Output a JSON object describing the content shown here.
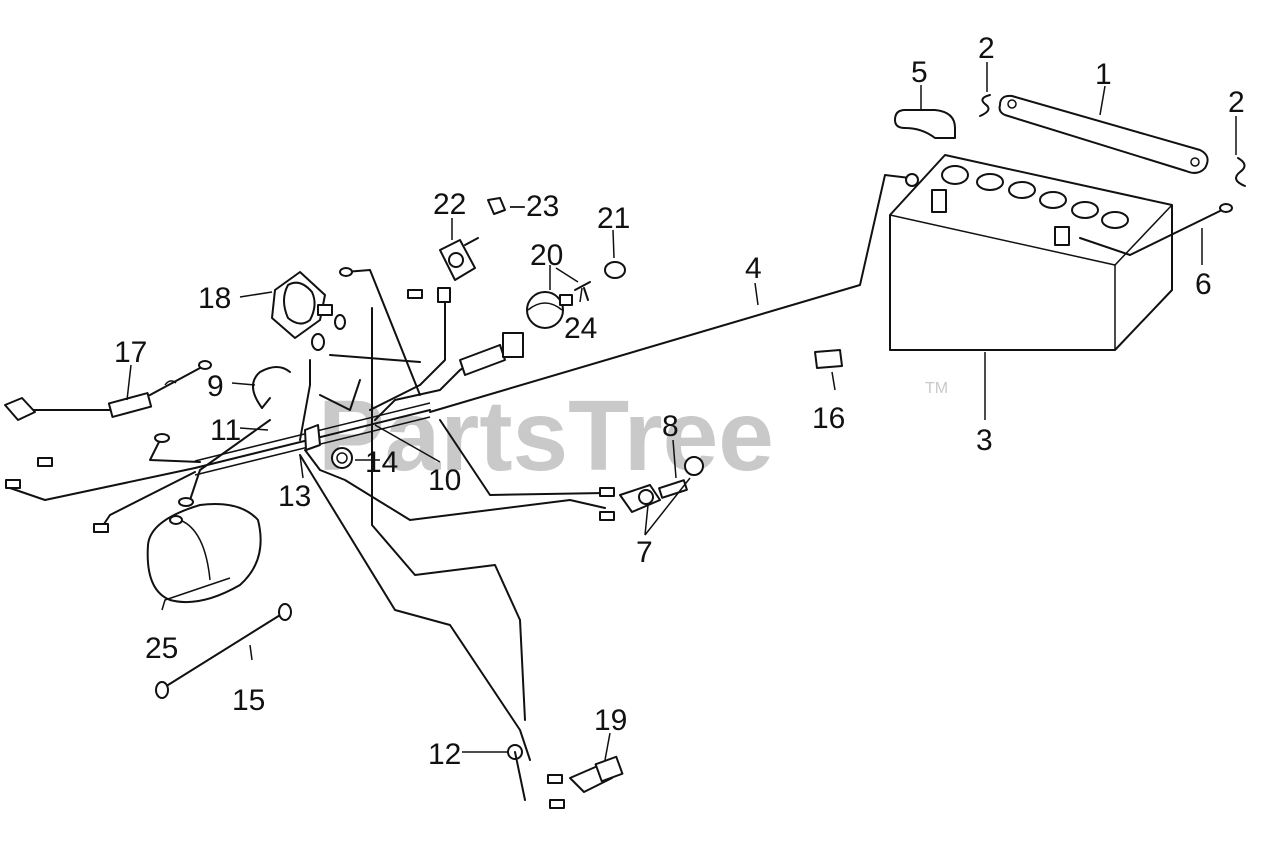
{
  "watermark": {
    "text": "PartsTree",
    "trademark": "TM"
  },
  "callouts": [
    {
      "id": "c1",
      "label": "1"
    },
    {
      "id": "c2a",
      "label": "2"
    },
    {
      "id": "c2b",
      "label": "2"
    },
    {
      "id": "c3",
      "label": "3"
    },
    {
      "id": "c4",
      "label": "4"
    },
    {
      "id": "c5",
      "label": "5"
    },
    {
      "id": "c6",
      "label": "6"
    },
    {
      "id": "c7",
      "label": "7"
    },
    {
      "id": "c8",
      "label": "8"
    },
    {
      "id": "c9",
      "label": "9"
    },
    {
      "id": "c10",
      "label": "10"
    },
    {
      "id": "c11",
      "label": "11"
    },
    {
      "id": "c12",
      "label": "12"
    },
    {
      "id": "c13",
      "label": "13"
    },
    {
      "id": "c14",
      "label": "14"
    },
    {
      "id": "c15",
      "label": "15"
    },
    {
      "id": "c16",
      "label": "16"
    },
    {
      "id": "c17",
      "label": "17"
    },
    {
      "id": "c18",
      "label": "18"
    },
    {
      "id": "c19",
      "label": "19"
    },
    {
      "id": "c20",
      "label": "20"
    },
    {
      "id": "c21",
      "label": "21"
    },
    {
      "id": "c22",
      "label": "22"
    },
    {
      "id": "c23",
      "label": "23"
    },
    {
      "id": "c24",
      "label": "24"
    },
    {
      "id": "c25",
      "label": "25"
    }
  ]
}
